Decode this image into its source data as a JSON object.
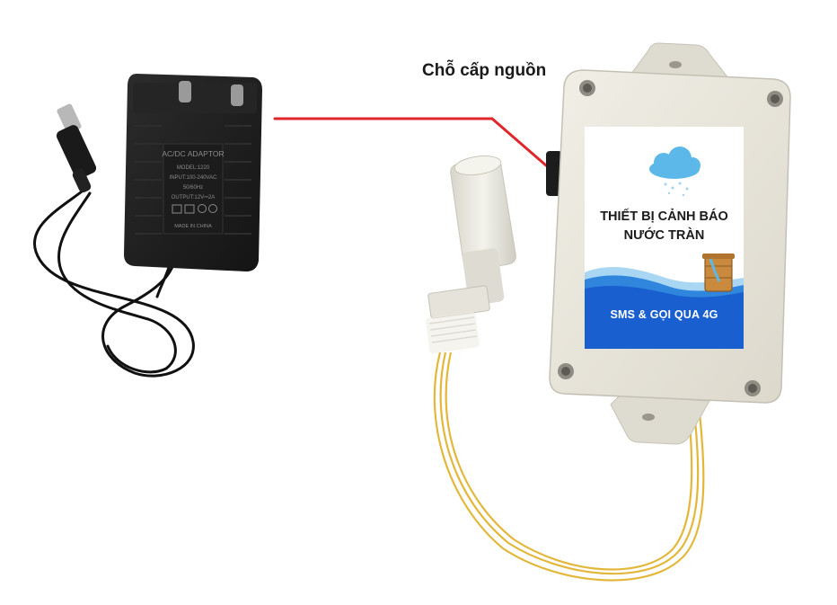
{
  "callout": {
    "text": "Chỗ cấp nguồn",
    "line_color": "#e0262b"
  },
  "device_label": {
    "title_line1": "THIẾT BỊ CẢNH BÁO",
    "title_line2": "NƯỚC TRÀN",
    "subtitle": "SMS & GỌI QUA 4G",
    "wave_color": "#1a5fd0",
    "cloud_color": "#5bb8e8"
  },
  "adapter": {
    "body_color": "#1e1e1e",
    "cable_color": "#111111",
    "print_line1": "AC/DC ADAPTOR",
    "print_line2": "MODEL:1220",
    "print_line3": "INPUT:100-240VAC",
    "print_line4": "50/60Hz",
    "print_line5": "OUTPUT:12V⎓2A",
    "print_line6": "MADE IN CHINA"
  },
  "device_box": {
    "body_color": "#e9e6dc"
  },
  "sensor": {
    "float_color": "#e8e6dc",
    "wire_color": "#e3b73a"
  }
}
